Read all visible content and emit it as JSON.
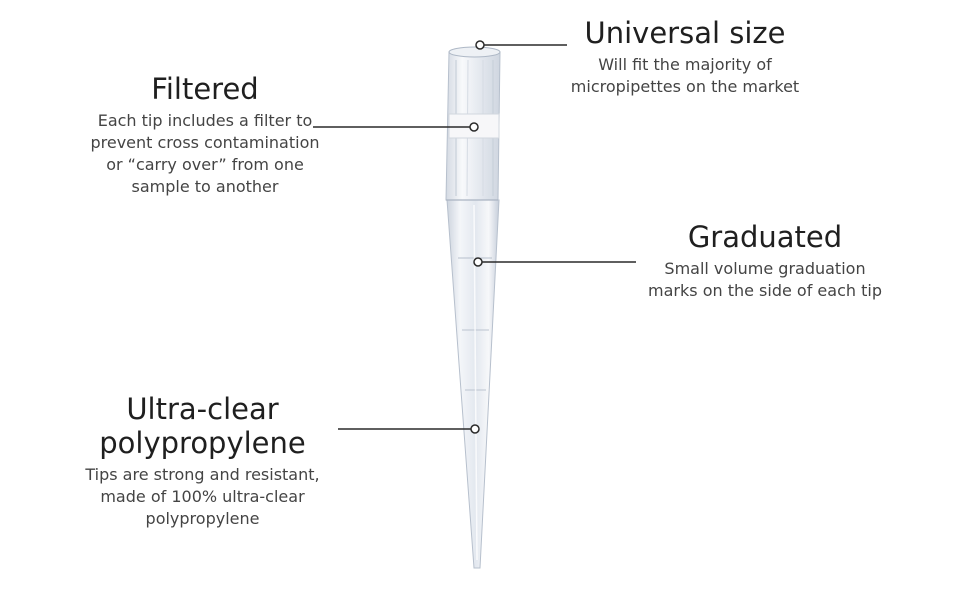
{
  "callouts": {
    "filtered": {
      "title": "Filtered",
      "desc_lines": [
        "Each tip includes a filter to",
        "prevent cross contamination",
        "or “carry over” from one",
        "sample to another"
      ]
    },
    "universal": {
      "title": "Universal size",
      "desc_lines": [
        "Will fit the majority of",
        "micropipettes on the market"
      ]
    },
    "graduated": {
      "title": "Graduated",
      "desc_lines": [
        "Small volume graduation",
        "marks on the side of each tip"
      ]
    },
    "ultraclear": {
      "title_lines": [
        "Ultra-clear",
        "polypropylene"
      ],
      "desc_lines": [
        "Tips are strong and resistant,",
        "made of 100% ultra-clear",
        "polypropylene"
      ]
    }
  },
  "colors": {
    "line": "#2a2a2a",
    "tip_body": "#e9edf3",
    "tip_edge": "#b9c2cf",
    "filter": "#f6f6f8"
  }
}
